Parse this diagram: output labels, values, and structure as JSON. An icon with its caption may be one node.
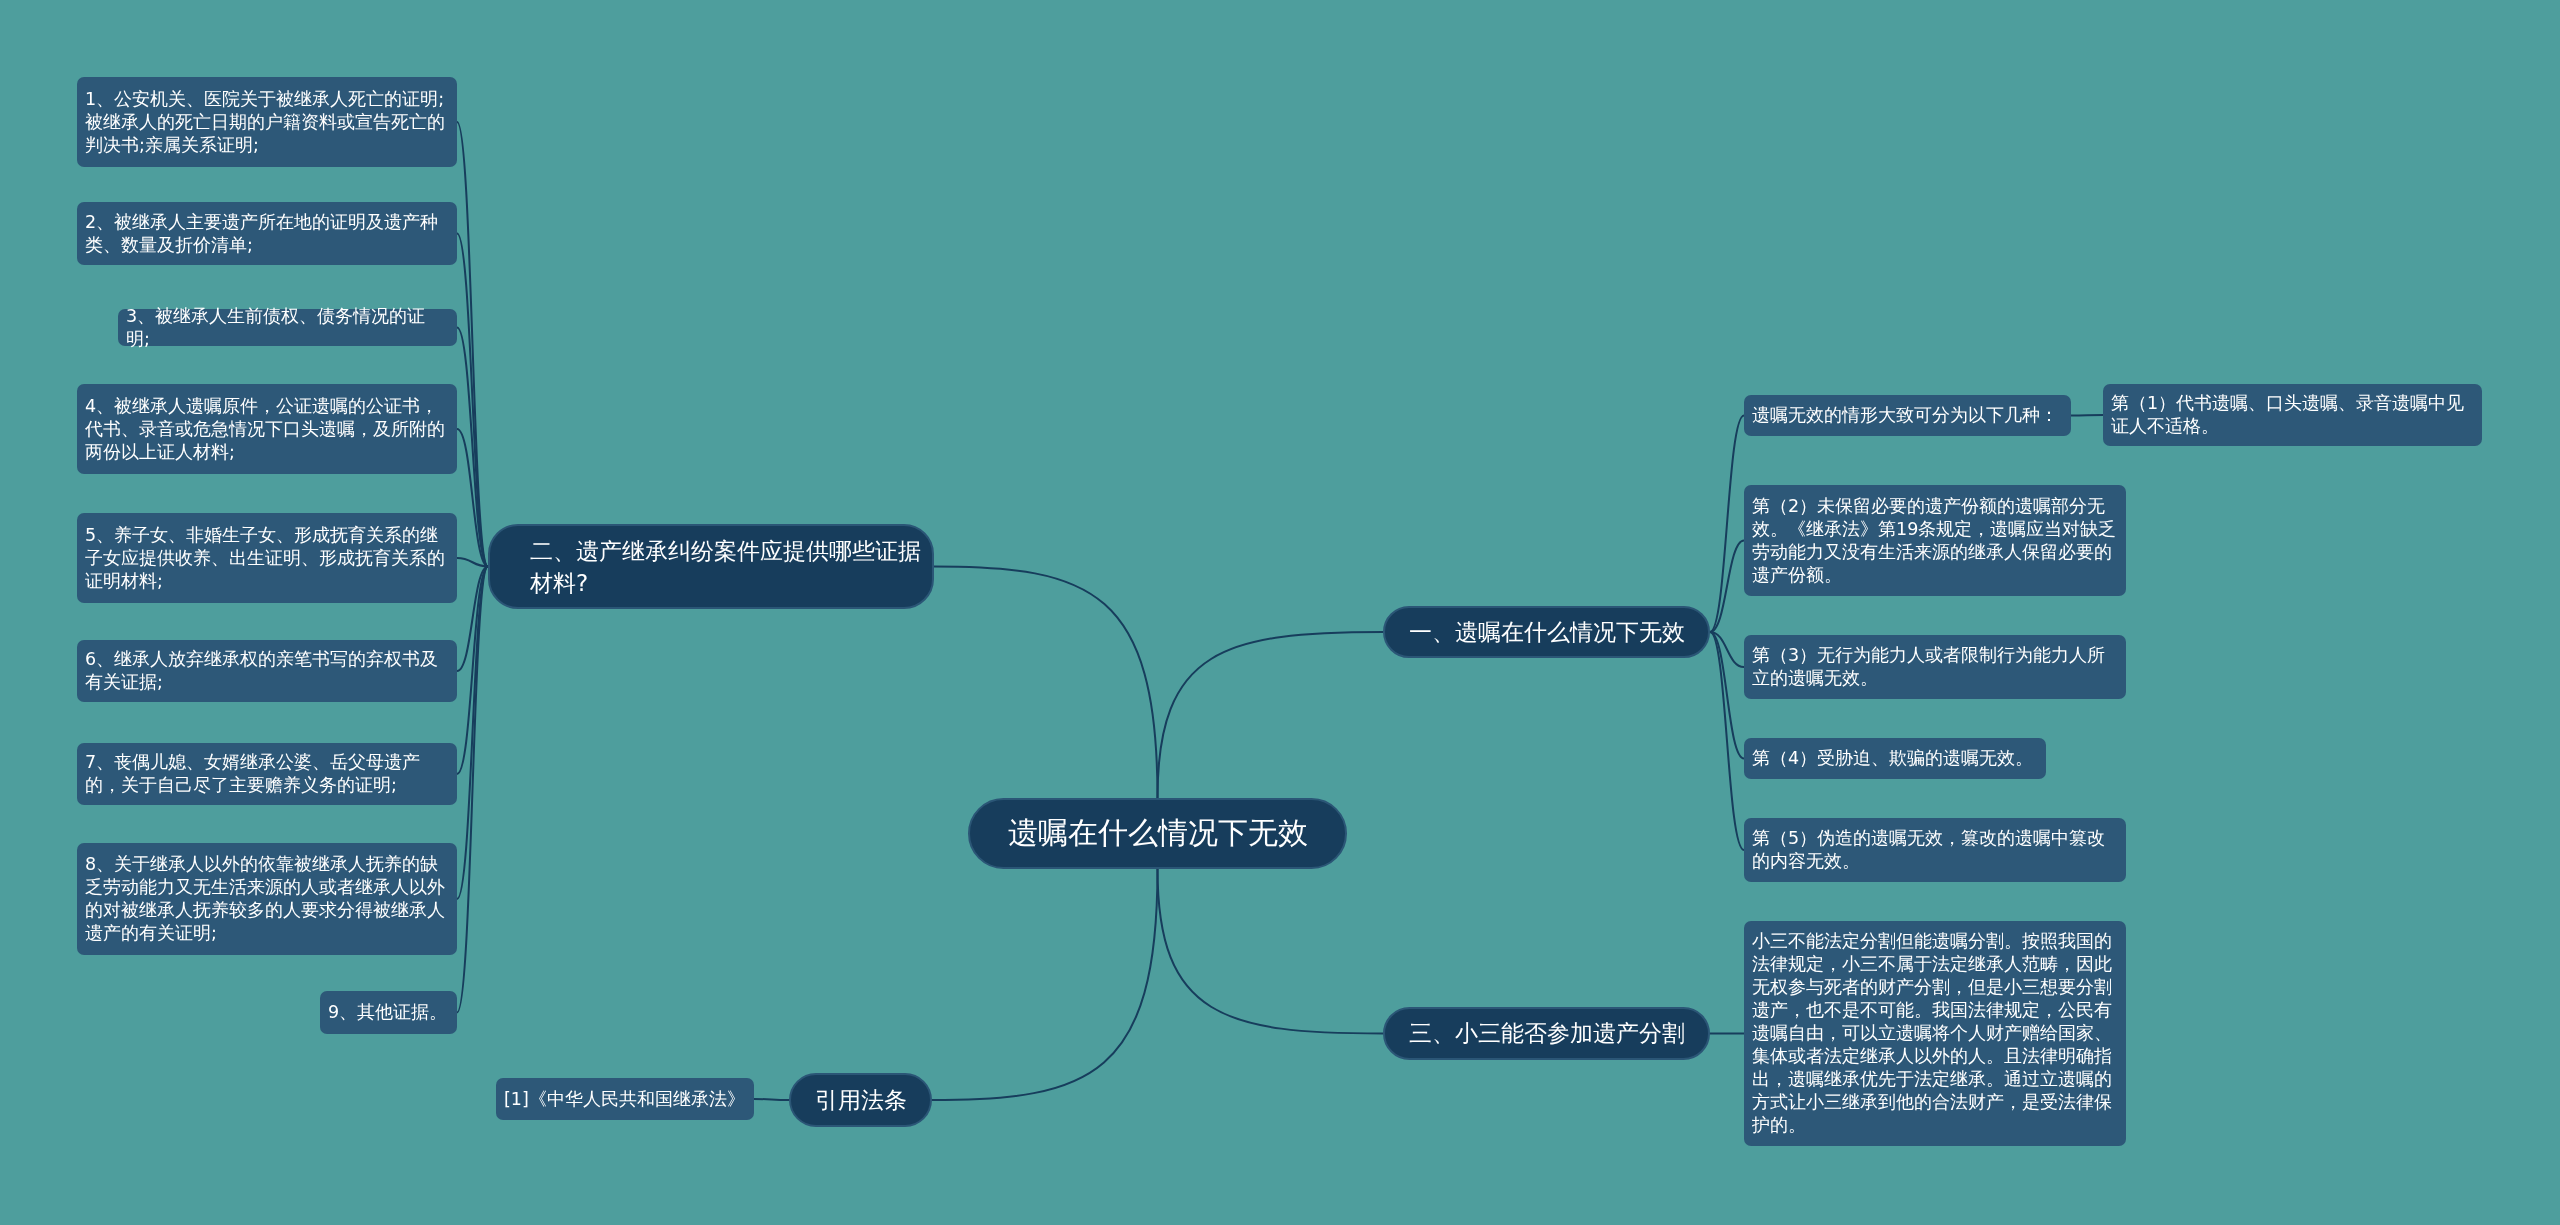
{
  "diagram": {
    "nodes": [
      {
        "text": [
          "遗嘱在什么情况下无效"
        ]
      },
      {
        "text": [
          "一、遗嘱在什么情况下无效"
        ]
      },
      {
        "text": [
          "遗嘱无效的情形大致可分为以下几种："
        ]
      },
      {
        "text": [
          "第（1）代书遗嘱、口头遗嘱、录音遗嘱中见证人不适格。"
        ]
      },
      {
        "text": [
          "第（2）未保留必要的遗产份额的遗嘱部分无效。《继承法》第19条规定，遗嘱应当对缺乏劳动能力又没有生活来源的继承人保留必要的遗产份额。"
        ]
      },
      {
        "text": [
          "第（3）无行为能力人或者限制行为能力人所立的遗嘱无效。"
        ]
      },
      {
        "text": [
          "第（4）受胁迫、欺骗的遗嘱无效。"
        ]
      },
      {
        "text": [
          "第（5）伪造的遗嘱无效，篡改的遗嘱中篡改的内容无效。"
        ]
      },
      {
        "text": [
          "三、小三能否参加遗产分割"
        ]
      },
      {
        "text": [
          "小三不能法定分割但能遗嘱分割。按照我国的法律规定，小三不属于法定继承人范畴，因此无权参与死者的财产分割，但是小三想要分割遗产，也不是不可能。我国法律规定，公民有遗嘱自由，可以立遗嘱将个人财产赠给国家、集体或者法定继承人以外的人。且法律明确指出，遗嘱继承优先于法定继承。通过立遗嘱的方式让小三继承到他的合法财产，是受法律保护的。"
        ]
      },
      {
        "text": [
          "二、遗产继承纠纷案件应提供哪些证据材料?"
        ]
      },
      {
        "text": [
          "1、公安机关、医院关于被继承人死亡的证明;被继承人的死亡日期的户籍资料或宣告死亡的判决书;亲属关系证明;"
        ]
      },
      {
        "text": [
          "2、被继承人主要遗产所在地的证明及遗产种类、数量及折价清单;"
        ]
      },
      {
        "text": [
          "3、被继承人生前债权、债务情况的证明;"
        ]
      },
      {
        "text": [
          "4、被继承人遗嘱原件，公证遗嘱的公证书，代书、录音或危急情况下口头遗嘱，及所附的两份以上证人材料;"
        ]
      },
      {
        "text": [
          "5、养子女、非婚生子女、形成抚育关系的继子女应提供收养、出生证明、形成抚育关系的证明材料;"
        ]
      },
      {
        "text": [
          "6、继承人放弃继承权的亲笔书写的弃权书及有关证据;"
        ]
      },
      {
        "text": [
          "7、丧偶儿媳、女婿继承公婆、岳父母遗产的，关于自己尽了主要赡养义务的证明;"
        ]
      },
      {
        "text": [
          "8、关于继承人以外的依靠被继承人抚养的缺乏劳动能力又无生活来源的人或者继承人以外的对被继承人抚养较多的人要求分得被继承人遗产的有关证明;"
        ]
      },
      {
        "text": [
          "9、其他证据。"
        ]
      },
      {
        "text": [
          "引用法条"
        ]
      },
      {
        "text": [
          "[1]《中华人民共和国继承法》"
        ]
      }
    ],
    "edges": [
      {
        "from": 0,
        "to": 1,
        "arrow": "none"
      },
      {
        "from": 1,
        "to": 2,
        "arrow": "none"
      },
      {
        "from": 2,
        "to": 3,
        "arrow": "none"
      },
      {
        "from": 1,
        "to": 4,
        "arrow": "none"
      },
      {
        "from": 1,
        "to": 5,
        "arrow": "none"
      },
      {
        "from": 1,
        "to": 6,
        "arrow": "none"
      },
      {
        "from": 1,
        "to": 7,
        "arrow": "none"
      },
      {
        "from": 0,
        "to": 8,
        "arrow": "none"
      },
      {
        "from": 8,
        "to": 9,
        "arrow": "none"
      },
      {
        "from": 0,
        "to": 10,
        "arrow": "none"
      },
      {
        "from": 10,
        "to": 11,
        "arrow": "none"
      },
      {
        "from": 10,
        "to": 12,
        "arrow": "none"
      },
      {
        "from": 10,
        "to": 13,
        "arrow": "none"
      },
      {
        "from": 10,
        "to": 14,
        "arrow": "none"
      },
      {
        "from": 10,
        "to": 15,
        "arrow": "none"
      },
      {
        "from": 10,
        "to": 16,
        "arrow": "none"
      },
      {
        "from": 10,
        "to": 17,
        "arrow": "none"
      },
      {
        "from": 10,
        "to": 18,
        "arrow": "none"
      },
      {
        "from": 10,
        "to": 19,
        "arrow": "none"
      },
      {
        "from": 0,
        "to": 20,
        "arrow": "none"
      },
      {
        "from": 20,
        "to": 21,
        "arrow": "none"
      }
    ]
  }
}
